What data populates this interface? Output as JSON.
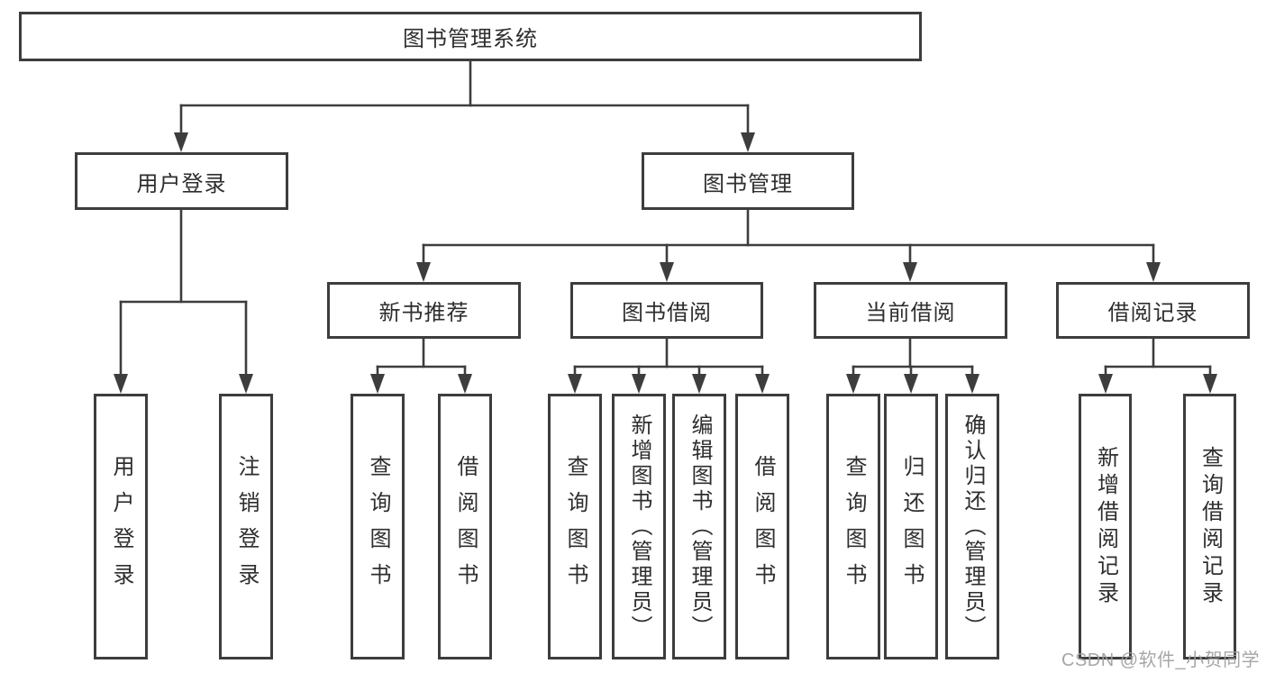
{
  "diagram": {
    "root": {
      "label": "图书管理系统"
    },
    "level2": {
      "user_login": {
        "label": "用户登录"
      },
      "book_mgmt": {
        "label": "图书管理"
      }
    },
    "level3": {
      "new_book_rec": {
        "label": "新书推荐"
      },
      "book_borrow": {
        "label": "图书借阅"
      },
      "current_borrow": {
        "label": "当前借阅"
      },
      "borrow_record": {
        "label": "借阅记录"
      }
    },
    "leaves": {
      "user_login": [
        "用户登录",
        "注销登录"
      ],
      "new_book_rec": [
        "查询图书",
        "借阅图书"
      ],
      "book_borrow": [
        "查询图书",
        "新增图书（管理员）",
        "编辑图书（管理员）",
        "借阅图书"
      ],
      "current_borrow": [
        "查询图书",
        "归还图书",
        "确认归还（管理员）"
      ],
      "borrow_record": [
        "新增借阅记录",
        "查询借阅记录"
      ]
    }
  },
  "watermark": {
    "text": "CSDN @软件_小贺同学"
  },
  "colors": {
    "line": "#3d3d3d",
    "border": "#3d3d3d",
    "text": "#2e2e2e",
    "watermark": "#9e9e9e"
  }
}
